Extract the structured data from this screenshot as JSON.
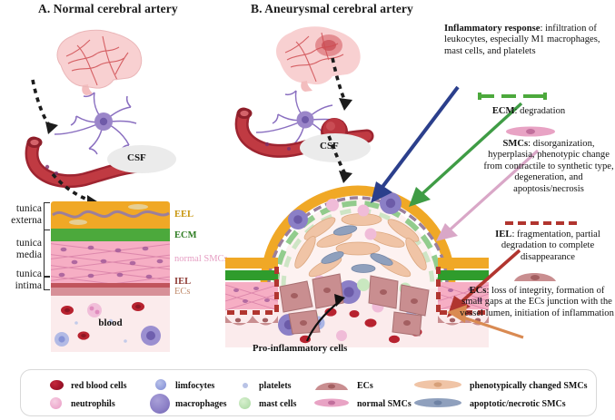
{
  "figure": {
    "panels": [
      {
        "id": "A",
        "title": "A. Normal cerebral artery"
      },
      {
        "id": "B",
        "title": "B. Aneurysmal cerebral artery"
      }
    ],
    "csf_label": "CSF",
    "blood_label": "blood",
    "pro_inflammatory_label": "Pro-inflammatory cells"
  },
  "wall": {
    "tunica_labels": [
      {
        "line1": "tunica",
        "line2": "externa"
      },
      {
        "line1": "tunica",
        "line2": "media"
      },
      {
        "line1": "tunica",
        "line2": "intima"
      }
    ],
    "layers": [
      {
        "name": "EEL",
        "color": "#c8960f"
      },
      {
        "name": "ECM",
        "color": "#2f7d23"
      },
      {
        "name": "normal SMCs",
        "color": "#e6a0c4"
      },
      {
        "name": "IEL",
        "color": "#8d3a34"
      },
      {
        "name": "ECs",
        "color": "#c08a6a"
      }
    ]
  },
  "annotations": [
    {
      "key": "inflammatory",
      "title": "Inflammatory response",
      "sep": ":",
      "body": "infiltration of leukocytes, especially M1 macrophages, mast cells, and platelets",
      "arrow_color": "#2b3f8c"
    },
    {
      "key": "ecm",
      "title": "ECM",
      "sep": ":",
      "body": "degradation",
      "arrow_color": "#3f9c45"
    },
    {
      "key": "smcs",
      "title": "SMCs",
      "sep": ":",
      "body": "disorganization, hyperplasia, phenotypic change from contractile to synthetic type, degeneration, and apoptosis/necrosis",
      "arrow_color": "#d9a7c7"
    },
    {
      "key": "iel",
      "title": "IEL",
      "sep": ":",
      "body": "fragmentation, partial degradation to complete disappearance",
      "arrow_color": "#b1352f"
    },
    {
      "key": "ecs",
      "title": "ECs",
      "sep": ":",
      "body": "loss of integrity, formation of small gaps at the ECs junction with the vessel lumen, initiation of inflammation",
      "arrow_color": "#d98a52"
    }
  ],
  "legend": {
    "items": [
      {
        "label": "red blood cells",
        "glyph": "red-blood-cell-icon",
        "color": "#a3142a"
      },
      {
        "label": "neutrophils",
        "glyph": "neutrophil-icon",
        "color": "#eda9cd"
      },
      {
        "label": "limfocytes",
        "glyph": "lymphocyte-icon",
        "color": "#8f9ada"
      },
      {
        "label": "macrophages",
        "glyph": "macrophage-icon",
        "color": "#8b7fc6"
      },
      {
        "label": "platelets",
        "glyph": "platelet-icon",
        "color": "#b9c3e6"
      },
      {
        "label": "mast cells",
        "glyph": "mast-cell-icon",
        "color": "#b6dfae"
      },
      {
        "label": "ECs",
        "glyph": "endothelial-cell-icon",
        "color": "#c98e90"
      },
      {
        "label": "normal SMCs",
        "glyph": "normal-smc-icon",
        "color": "#e8a3c4"
      },
      {
        "label": "phenotypically changed SMCs",
        "glyph": "phenotypic-smc-icon",
        "color": "#f0c4a6"
      },
      {
        "label": "apoptotic/necrotic SMCs",
        "glyph": "apoptotic-smc-icon",
        "color": "#8fa0bd"
      }
    ]
  }
}
